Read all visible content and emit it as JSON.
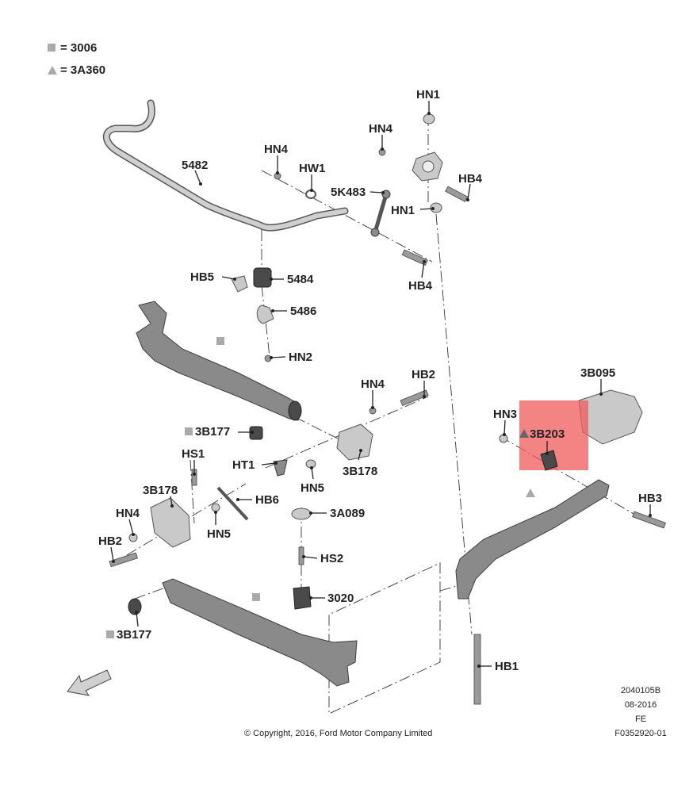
{
  "legend": [
    {
      "symbol": "square",
      "text": "= 3006"
    },
    {
      "symbol": "triangle",
      "text": "= 3A360"
    }
  ],
  "callouts": {
    "hn1_top": "HN1",
    "hn4_top_right": "HN4",
    "hn4_top_left": "HN4",
    "hw1": "HW1",
    "p5482": "5482",
    "p5k483": "5K483",
    "hb4_top": "HB4",
    "hn1_mid": "HN1",
    "hb4_mid": "HB4",
    "hb5": "HB5",
    "p5484": "5484",
    "p5486": "5486",
    "hn2": "HN2",
    "hn4_mid": "HN4",
    "hb2_mid": "HB2",
    "p3b177_top": "3B177",
    "ht1": "HT1",
    "hn5_mid": "HN5",
    "p3b178_right": "3B178",
    "hs1": "HS1",
    "p3b178_left": "3B178",
    "hb6": "HB6",
    "hn4_left": "HN4",
    "hn5_left": "HN5",
    "hb2_left": "HB2",
    "p3a089": "3A089",
    "hs2": "HS2",
    "p3020": "3020",
    "p3b177_bottom": "3B177",
    "p3b095": "3B095",
    "hn3": "HN3",
    "p3b203": "3B203",
    "hb3": "HB3",
    "hb1": "HB1"
  },
  "highlight": {
    "part": "3B203",
    "color": "#f05b5b"
  },
  "footer": {
    "copyright": "© Copyright, 2016, Ford Motor Company Limited",
    "ref_lines": [
      "2040105B",
      "08-2016",
      "FE",
      "F0352920-01"
    ]
  }
}
